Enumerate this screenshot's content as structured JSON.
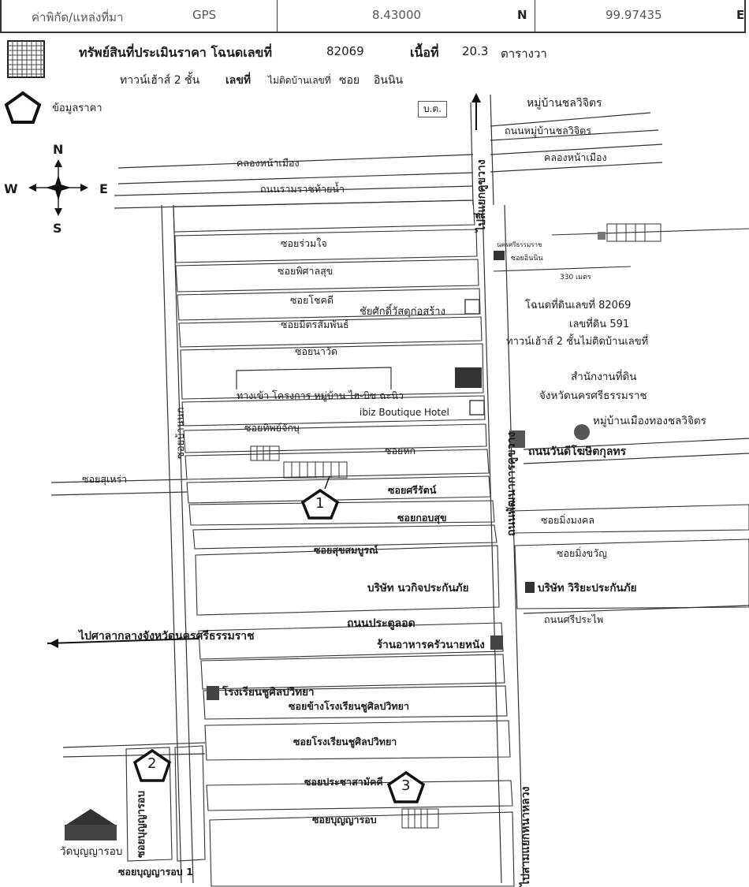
{
  "gps": {
    "label": "ค่าพิกัด/แหล่งที่มา",
    "source": "GPS",
    "lat": "8.43000",
    "lat_dir": "N",
    "lon": "99.97435",
    "lon_dir": "E"
  },
  "header": {
    "title": "ทรัพย์สินที่ประเมินราคา โฉนดเลขที่",
    "deed_no": "82069",
    "area_label": "เนื้อที่",
    "area_value": "20.3",
    "area_unit": "ตารางวา",
    "type": "ทาวน์เฮ้าส์ 2 ชั้น",
    "no_label": "เลขที่",
    "no_value": "ไม่ติดบ้านเลขที่",
    "soi_label": "ซอย",
    "soi_value": "อินนิน",
    "price_legend": "ข้อมูลราคา"
  },
  "compass": {
    "n": "N",
    "s": "S",
    "e": "E",
    "w": "W"
  },
  "labels": {
    "moo_ban_chonlawijit": "หมู่บ้านชลวิจิตร",
    "road_moo_ban_chonlawijit": "ถนนหมู่บ้านชลวิจิตร",
    "khlong_right": "คลองหน้าเมือง",
    "khlong_left": "คลองหน้าเมือง",
    "road_ramrat": "ถนนรามราชท้ายน้ำ",
    "soi_ruamjai": "ซอยร่วมใจ",
    "soi_phisansuk": "ซอยพิศาลสุข",
    "soi_chokdee": "ซอยโชคดี",
    "soi_mitsamphan": "ซอยมิตรสัมพันธ์",
    "soi_nawat": "ซอยนาวัด",
    "chaisak": "ชัยศักดิ์วัสดุก่อสร้าง",
    "project_entrance": "ทางเข้า โครงการ หมู่บ้าน ไฮ-บิซ ฉะนิว",
    "ibiz": "ibiz Boutique Hotel",
    "soi_thipchak": "ซอยทิพย์จักษุ",
    "soi_hok": "ซอยหก",
    "soi_sukrao": "ซอยสุเหร่า",
    "soi_sirat": "ซอยศรีรัตน์",
    "soi_kopsuk": "ซอยกอบสุข",
    "soi_sukhsomboon": "ซอยสุขสมบูรณ์",
    "nawakit": "บริษัท นวกิจประกันภัย",
    "road_pratoo_lot": "ถนนประตูลอด",
    "to_court": "ไปศาลากลางจังหวัดนครศรีธรรมราช",
    "restaurant": "ร้านอาหารครัวนายหนัง",
    "school": "โรงเรียนชูศิลปวิทยา",
    "soi_beside_school": "ซอยข้างโรงเรียนชูศิลปวิทยา",
    "soi_school": "ซอยโรงเรียนชูศิลปวิทยา",
    "soi_prachasamakkhi": "ซอยประชาสามัคคี",
    "soi_boonyanarob": "ซอยบุญญารอบ",
    "wat": "วัดบุญญารอบ",
    "soi_boonyanarob1": "ซอยบุญญารอบ 1",
    "soi_monkhon": "ซอยมิ่งมงคล",
    "soi_khwanyuen": "ซอยมิ่งขวัญ",
    "wiriya": "บริษัท วิริยะประกันภัย",
    "road_sriprapai": "ถนนศรีประไพ",
    "road_wantee": "ถนนวันดีโฆษิตกุลทร",
    "land_office_1": "สำนักงานที่ดิน",
    "land_office_2": "จังหวัดนครศรีธรรมราช",
    "moo_ban_muang_thong": "หมู่บ้านเมืองทองชลวิจิตร",
    "deed_note_1": "โฉนดที่ดินเลขที่ 82069",
    "deed_note_2": "เลขที่ดิน 591",
    "deed_note_3": "ทาวน์เฮ้าส์ 2 ชั้นไม่ติดบ้านเลขที่",
    "to_intersection_top": "ไปสี่แยกคูขวาง",
    "to_intersection_bottom": "ไปสามแยกหนาหลวง",
    "road_pattanakan": "ถนนพัฒนาการคูขวาง",
    "soi_ban_nok": "ซอยบ้านนก",
    "soi_boonyanarob_v": "ซอยบุญญารอบ",
    "inset_dist": "330 เมตร",
    "inset_soi": "ซอยอินนิน",
    "inset_store": "นครศรีธรรมราช",
    "box_top": "บ.ต.",
    "marker1": "1",
    "marker2": "2",
    "marker3": "3"
  }
}
